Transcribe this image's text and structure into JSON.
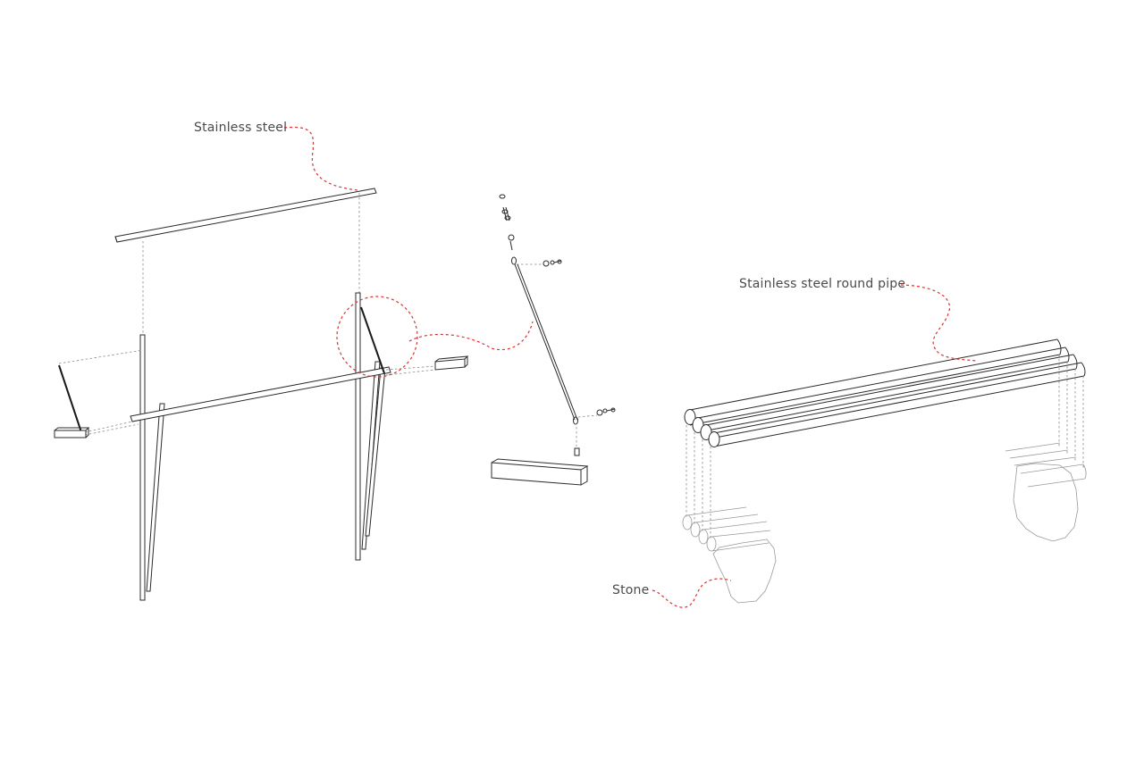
{
  "labels": {
    "steel": "Stainless steel",
    "pipe": "Stainless steel round pipe",
    "stone": "Stone"
  },
  "colors": {
    "line": "#2b2b2b",
    "callout": "#e03030",
    "label_text": "#4a4a4a",
    "background": "#ffffff"
  }
}
